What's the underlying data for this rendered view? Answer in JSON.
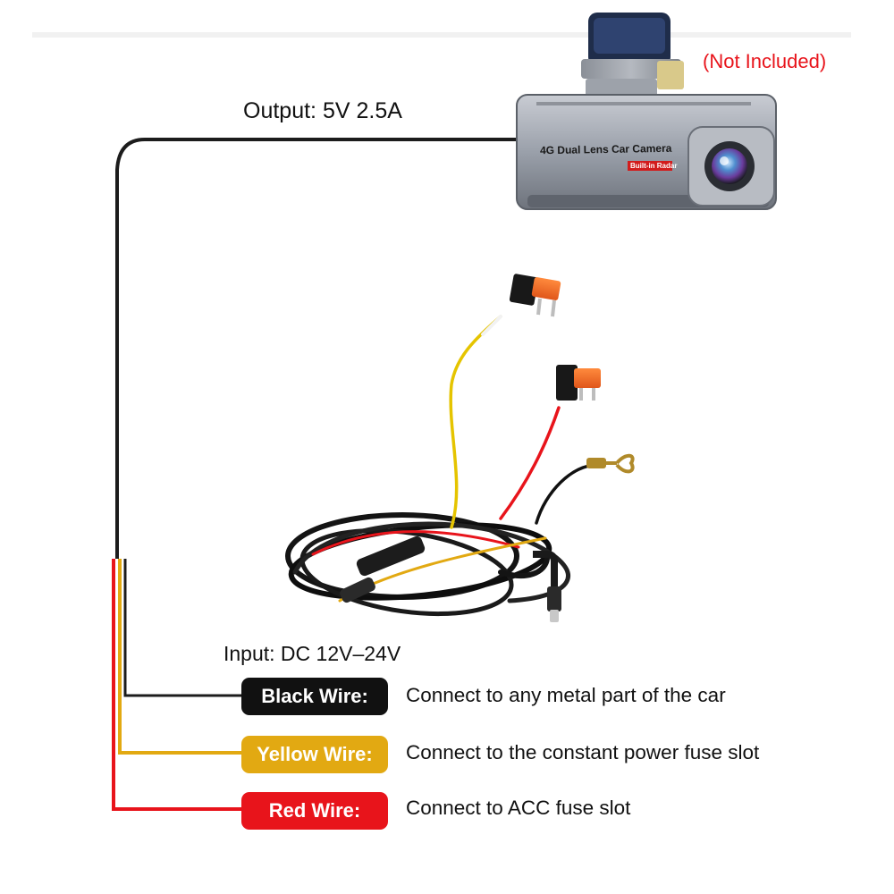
{
  "output_label": "Output: 5V 2.5A",
  "not_included": "(Not Included)",
  "input_label": "Input: DC 12V–24V",
  "camera": {
    "model_text": "4G Dual Lens Car Camera",
    "badge_text": "Built-in Radar"
  },
  "wires": [
    {
      "label": "Black Wire:",
      "description": "Connect to any metal part of the car",
      "color": "#111111"
    },
    {
      "label": "Yellow Wire:",
      "description": "Connect to the constant power fuse slot",
      "color": "#e2a912"
    },
    {
      "label": "Red Wire:",
      "description": "Connect to ACC fuse slot",
      "color": "#e8141b"
    }
  ],
  "icons": [
    "dash-camera-icon",
    "fuse-tap-icon",
    "ground-ring-terminal-icon",
    "usb-c-plug-icon",
    "coiled-cable-icon"
  ]
}
